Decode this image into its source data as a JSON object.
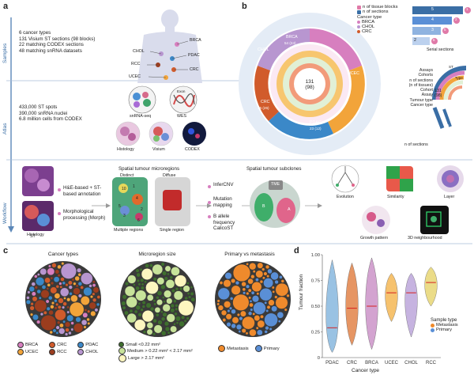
{
  "panels": {
    "a": "a",
    "b": "b",
    "c": "c",
    "d": "d"
  },
  "panel_a": {
    "row_labels": [
      "Samples",
      "Atlas",
      "Workflow"
    ],
    "samples_lines": [
      "6 cancer types",
      "131 Visium ST sections (98 blocks)",
      "22 matching CODEX sections",
      "48 matching snRNA datasets"
    ],
    "body_sites": [
      "CHOL",
      "BRCA",
      "PDAC",
      "RCC",
      "CRC",
      "UCEC"
    ],
    "atlas_lines": [
      "433,000 ST spots",
      "390,000 snRNA nuclei",
      "6.8 million cells from CODEX"
    ],
    "atlas_thumbs": [
      "snRNA-seq",
      "WES",
      "Histology",
      "Visium",
      "CODEX"
    ],
    "wes_inner": "Exon",
    "workflow": {
      "histology": "Histology",
      "st": "ST",
      "he_annotation": "H&E-based + ST-based annotation",
      "morph": "Morphological processing (Morph)",
      "microregions_title": "Spatial tumour microregions",
      "distinct": "Distinct",
      "diffuse": "Diffuse",
      "multiple": "Multiple regions",
      "single": "Single region",
      "infercnv": "InferCNV",
      "mutation": "Mutation mapping",
      "baf": "B allele frequency CalicoST",
      "subclones_title": "Spatial tumour subclones",
      "tme": "TME",
      "clone_a": "A",
      "clone_b": "B",
      "region_nums": [
        "1",
        "10",
        "4",
        "5",
        "2",
        "3",
        "6"
      ],
      "outputs": [
        "Evolution",
        "Similarity",
        "Layer",
        "Growth pattern",
        "3D neighbourhood"
      ]
    }
  },
  "panel_b": {
    "legend_blocks": "n of tissue blocks",
    "legend_sections": "n of sections",
    "cancer_type_title": "Cancer type",
    "cancer_types": [
      "BRCA",
      "CHOL",
      "CRC"
    ],
    "center_top": "131",
    "center_bottom": "(98)",
    "ring_labels": [
      "BRCA",
      "CRC",
      "PDAC",
      "CHOL",
      "UCEC"
    ],
    "ring_counts": [
      "54 (24)",
      "35 (26)",
      "23 (12)"
    ],
    "serial_title": "Serial sections",
    "serial_bars": [
      {
        "label": "5",
        "count": "1"
      },
      {
        "label": "4",
        "count": "2"
      },
      {
        "label": "3",
        "count": "5"
      },
      {
        "label": "2",
        "count": "6"
      }
    ],
    "key_lines": [
      "Assays",
      "Cohorts",
      "n of sections",
      "(n of tissues)",
      "Cohort",
      "Assay",
      "Tumour type",
      "Cancer type"
    ],
    "key_center_top": "131",
    "key_center_bottom": "(98)",
    "key_footer": "n of sections",
    "key_arc_labels": [
      "ST",
      "Type",
      "1",
      "5"
    ]
  },
  "panel_c": {
    "titles": [
      "Cancer types",
      "Microregion size",
      "Primary vs metastasis"
    ],
    "cancer_legend": [
      {
        "label": "BRCA",
        "color": "#d77fbf"
      },
      {
        "label": "CRC",
        "color": "#d15b2b"
      },
      {
        "label": "PDAC",
        "color": "#3b88c8"
      },
      {
        "label": "UCEC",
        "color": "#f2a43a"
      },
      {
        "label": "RCC",
        "color": "#9b3d1e"
      },
      {
        "label": "CHOL",
        "color": "#b896d0"
      }
    ],
    "size_legend": [
      {
        "label": "Small <0.22 mm²",
        "color": "#3f6f2e"
      },
      {
        "label": "Medium > 0.22 mm² < 2.17 mm²",
        "color": "#c8e39a"
      },
      {
        "label": "Large > 2.17 mm²",
        "color": "#fdf6c0"
      }
    ],
    "met_legend": [
      {
        "label": "Metastasis",
        "color": "#ef8a2c"
      },
      {
        "label": "Primary",
        "color": "#5a8fd6"
      }
    ]
  },
  "chart_data": {
    "type": "violin",
    "title": "",
    "xlabel": "Cancer type",
    "ylabel": "Tumour fraction",
    "categories": [
      "PDAC",
      "CRC",
      "BRCA",
      "UCEC",
      "CHOL",
      "RCC"
    ],
    "ylim": [
      0,
      1
    ],
    "yticks": [
      "0",
      "0.25",
      "0.50",
      "0.75",
      "1.00"
    ],
    "series": [
      {
        "name": "Metastasis",
        "color": "#ef8a2c"
      },
      {
        "name": "Primary",
        "color": "#5a8fd6"
      }
    ],
    "legend_title": "Sample type",
    "violin_colors": [
      "#7fb3dc",
      "#e07a3c",
      "#c88cc4",
      "#f4b34a",
      "#b8a0d8",
      "#e6d36a"
    ],
    "medians": [
      0.29,
      0.48,
      0.5,
      0.63,
      0.63,
      0.73
    ],
    "spread": [
      [
        0.05,
        0.95
      ],
      [
        0.12,
        0.92
      ],
      [
        0.08,
        0.97
      ],
      [
        0.35,
        0.82
      ],
      [
        0.2,
        0.82
      ],
      [
        0.5,
        0.88
      ]
    ]
  }
}
